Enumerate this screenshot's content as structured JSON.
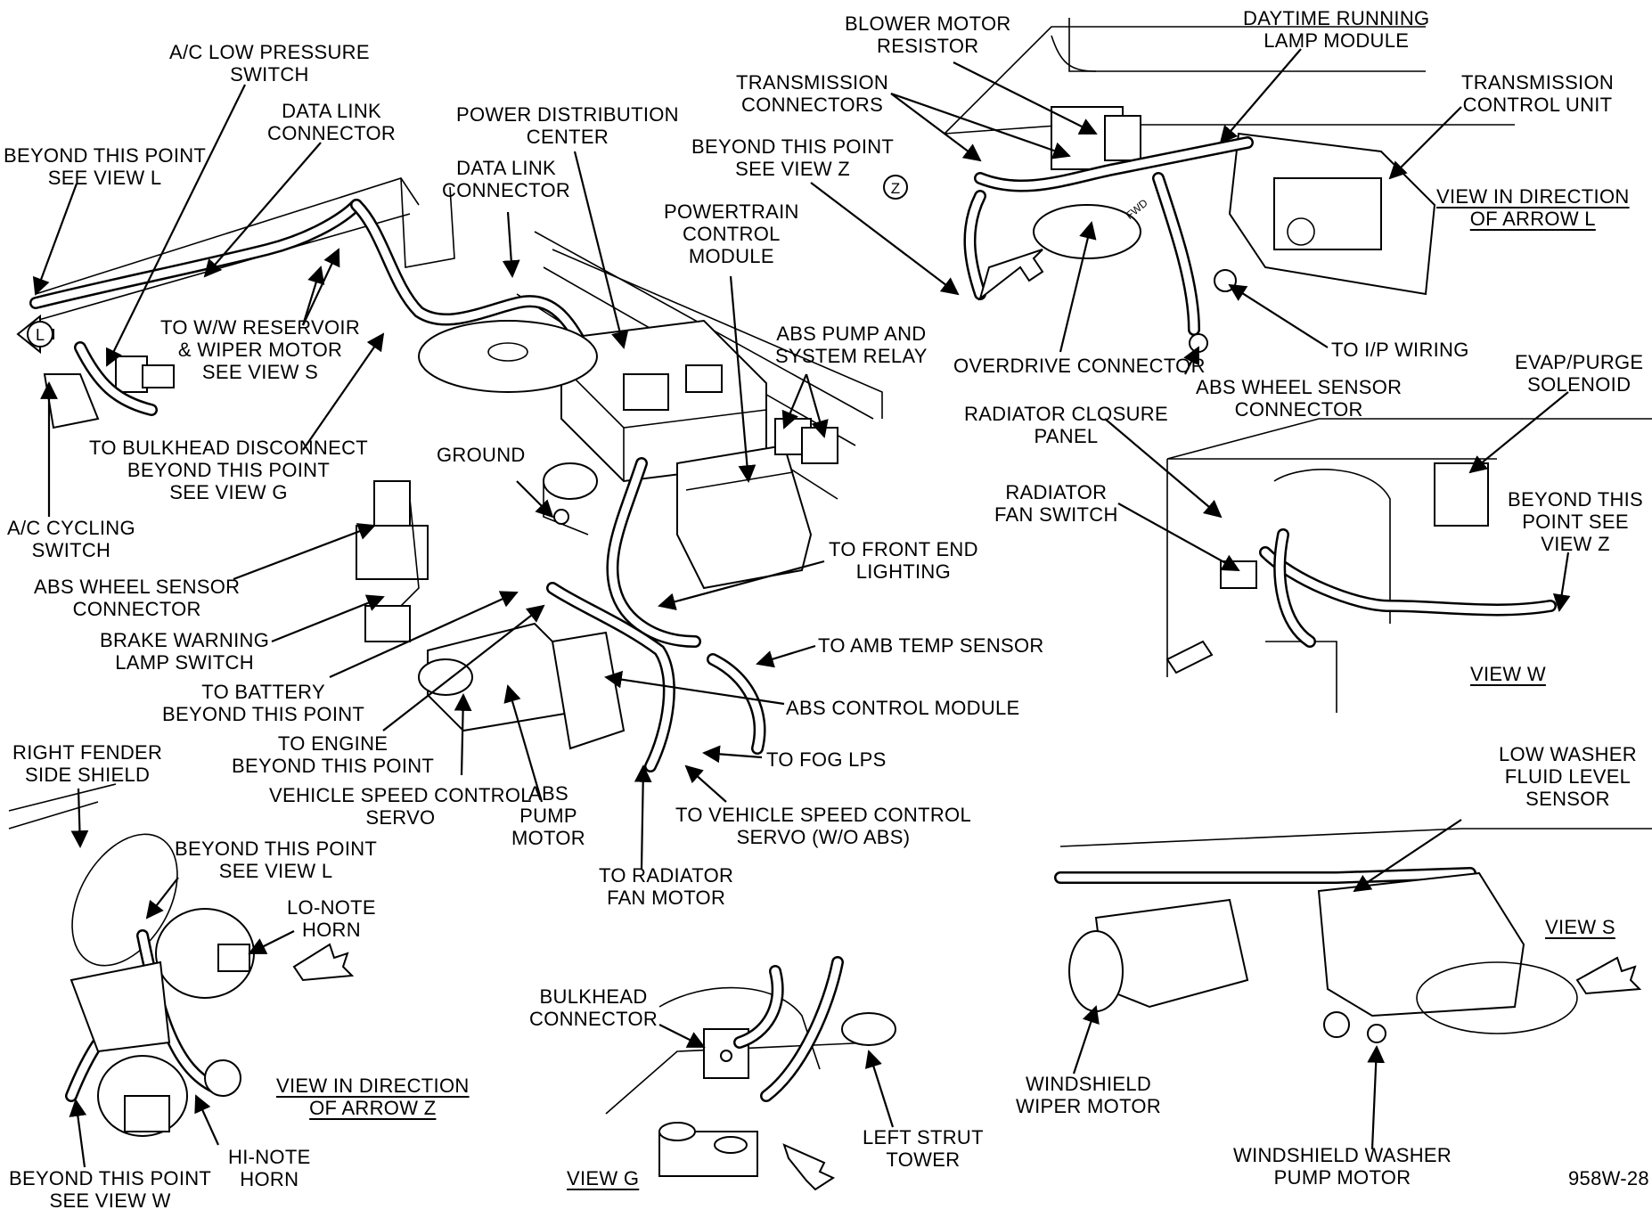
{
  "labels": {
    "ac_low_pressure_switch": "A/C LOW PRESSURE\nSWITCH",
    "data_link_connector_1": "DATA LINK\nCONNECTOR",
    "power_distribution_center": "POWER DISTRIBUTION\nCENTER",
    "data_link_connector_2": "DATA LINK\nCONNECTOR",
    "beyond_see_view_l_top": "BEYOND THIS POINT\nSEE VIEW L",
    "powertrain_control_module": "POWERTRAIN\nCONTROL\nMODULE",
    "to_ww_reservoir": "TO W/W RESERVOIR\n& WIPER MOTOR\nSEE VIEW S",
    "abs_pump_and_relay": "ABS PUMP AND\nSYSTEM RELAY",
    "to_bulkhead_disconnect": "TO BULKHEAD DISCONNECT\nBEYOND THIS POINT\nSEE VIEW G",
    "ground": "GROUND",
    "ac_cycling_switch": "A/C CYCLING\nSWITCH",
    "abs_wheel_sensor_connector_1": "ABS WHEEL SENSOR\nCONNECTOR",
    "brake_warning_lamp_switch": "BRAKE WARNING\nLAMP SWITCH",
    "to_battery": "TO BATTERY\nBEYOND THIS POINT",
    "to_engine": "TO ENGINE\nBEYOND THIS POINT",
    "to_front_end_lighting": "TO FRONT END\nLIGHTING",
    "to_amb_temp_sensor": "TO AMB TEMP SENSOR",
    "abs_control_module": "ABS CONTROL MODULE",
    "to_fog_lps": "TO FOG LPS",
    "vehicle_speed_control_servo": "VEHICLE SPEED CONTROL\nSERVO",
    "abs_pump_motor": "ABS\nPUMP\nMOTOR",
    "to_vehicle_speed_control_servo": "TO VEHICLE SPEED CONTROL\nSERVO (W/O ABS)",
    "to_radiator_fan_motor": "TO RADIATOR\nFAN MOTOR",
    "blower_motor_resistor": "BLOWER MOTOR\nRESISTOR",
    "daytime_running_lamp_module": "DAYTIME RUNNING\nLAMP MODULE",
    "transmission_connectors": "TRANSMISSION\nCONNECTORS",
    "transmission_control_unit": "TRANSMISSION\nCONTROL UNIT",
    "beyond_see_view_z_top": "BEYOND THIS POINT\nSEE VIEW Z",
    "view_in_direction_arrow_l": "VIEW IN DIRECTION\nOF ARROW L",
    "to_ip_wiring": "TO I/P WIRING",
    "overdrive_connector": "OVERDRIVE CONNECTOR",
    "abs_wheel_sensor_connector_2": "ABS WHEEL SENSOR\nCONNECTOR",
    "radiator_closure_panel": "RADIATOR CLOSURE\nPANEL",
    "evap_purge_solenoid": "EVAP/PURGE\nSOLENOID",
    "radiator_fan_switch": "RADIATOR\nFAN SWITCH",
    "beyond_see_view_z_right": "BEYOND THIS\nPOINT SEE\nVIEW Z",
    "view_w": "VIEW W",
    "right_fender_side_shield": "RIGHT FENDER\nSIDE SHIELD",
    "beyond_see_view_l_bottom": "BEYOND THIS POINT\nSEE VIEW L",
    "lo_note_horn": "LO-NOTE\nHORN",
    "view_in_direction_arrow_z": "VIEW IN DIRECTION\nOF ARROW Z",
    "hi_note_horn": "HI-NOTE\nHORN",
    "beyond_see_view_w": "BEYOND THIS POINT\nSEE VIEW W",
    "bulkhead_connector": "BULKHEAD\nCONNECTOR",
    "left_strut_tower": "LEFT STRUT\nTOWER",
    "view_g": "VIEW G",
    "low_washer_fluid_level_sensor": "LOW WASHER\nFLUID LEVEL\nSENSOR",
    "view_s": "VIEW S",
    "windshield_wiper_motor": "WINDSHIELD\nWIPER MOTOR",
    "windshield_washer_pump_motor": "WINDSHIELD WASHER\nPUMP MOTOR",
    "figure_code": "958W-28"
  },
  "markers": {
    "arrow_l": "L",
    "arrow_z": "Z",
    "fwd": "FWD"
  }
}
